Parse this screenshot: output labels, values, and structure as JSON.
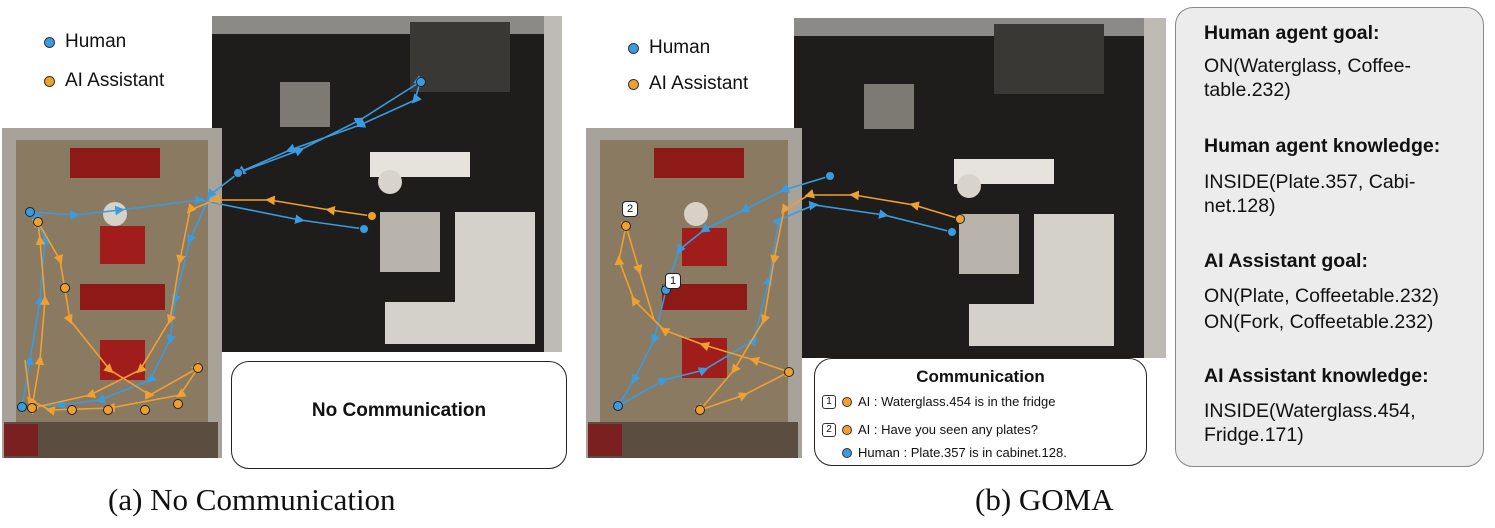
{
  "legend": {
    "human": "Human",
    "assistant": "AI Assistant"
  },
  "colors": {
    "human": "#3a9be0",
    "assistant": "#f0a030"
  },
  "panel_a": {
    "comm_title": "No Communication",
    "caption": "(a) No Communication"
  },
  "panel_b": {
    "comm_title": "Communication",
    "caption": "(b) GOMA",
    "markers": [
      "1",
      "2"
    ],
    "messages": [
      {
        "num": "1",
        "speaker": "assistant",
        "text": "AI : Waterglass.454 is in the fridge"
      },
      {
        "num": "2",
        "speaker": "assistant",
        "text": "AI : Have you seen any plates?"
      },
      {
        "num": "",
        "speaker": "human",
        "text": "Human : Plate.357 is in cabinet.128."
      }
    ]
  },
  "info": {
    "human_goal_head": "Human agent goal:",
    "human_goal": "ON(Waterglass, Coffee-table.232)",
    "human_knowledge_head": "Human agent knowledge:",
    "human_knowledge": "INSIDE(Plate.357, Cabi-net.128)",
    "ai_goal_head": "AI Assistant goal:",
    "ai_goal_1": "ON(Plate, Coffeetable.232)",
    "ai_goal_2": "ON(Fork, Coffeetable.232)",
    "ai_knowledge_head": "AI Assistant knowledge:",
    "ai_knowledge": "INSIDE(Waterglass.454, Fridge.171)"
  }
}
